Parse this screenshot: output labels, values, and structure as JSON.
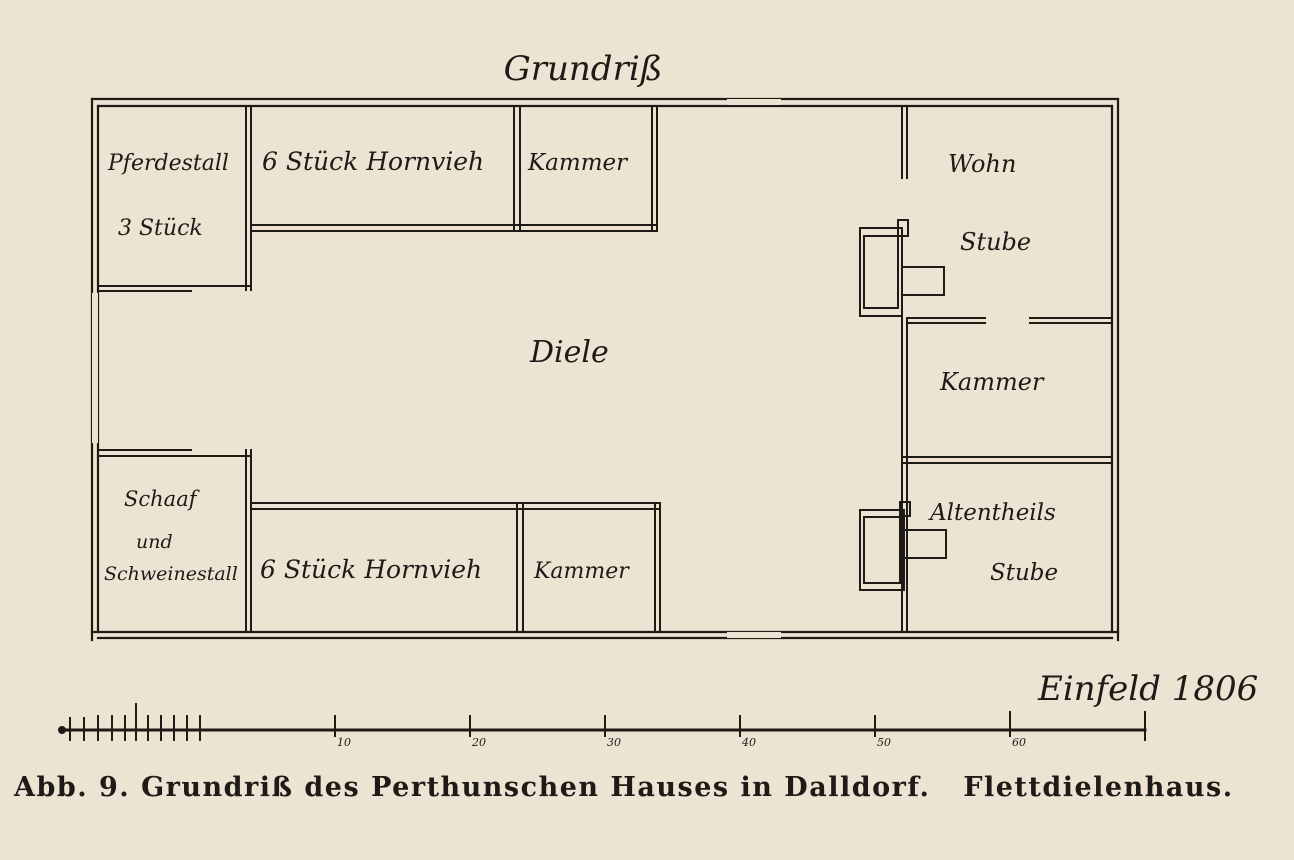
{
  "plan": {
    "title": "Grundriß",
    "signature": "Einfeld 1806",
    "rooms": {
      "pferdestall_line1": "Pferdestall",
      "pferdestall_line2": "3 Stück",
      "hornvieh_top": "6 Stück Hornvieh",
      "kammer_top": "Kammer",
      "wohn_line1": "Wohn",
      "wohn_line2": "Stube",
      "diele": "Diele",
      "kammer_right": "Kammer",
      "schaaf_line1": "Schaaf",
      "schaaf_line2": "und",
      "schaaf_line3": "Schweinestall",
      "hornvieh_bottom": "6 Stück Hornvieh",
      "kammer_bottom": "Kammer",
      "altentheil_line1": "Altentheils",
      "altentheil_line2": "Stube"
    },
    "scale_labels": [
      "10",
      "20",
      "30",
      "40",
      "50",
      "60"
    ]
  },
  "caption": {
    "figure": "Abb. 9.",
    "text": "Grundriß des Perthunschen Hauses in Dalldorf.",
    "type": "Flettdielenhaus."
  }
}
